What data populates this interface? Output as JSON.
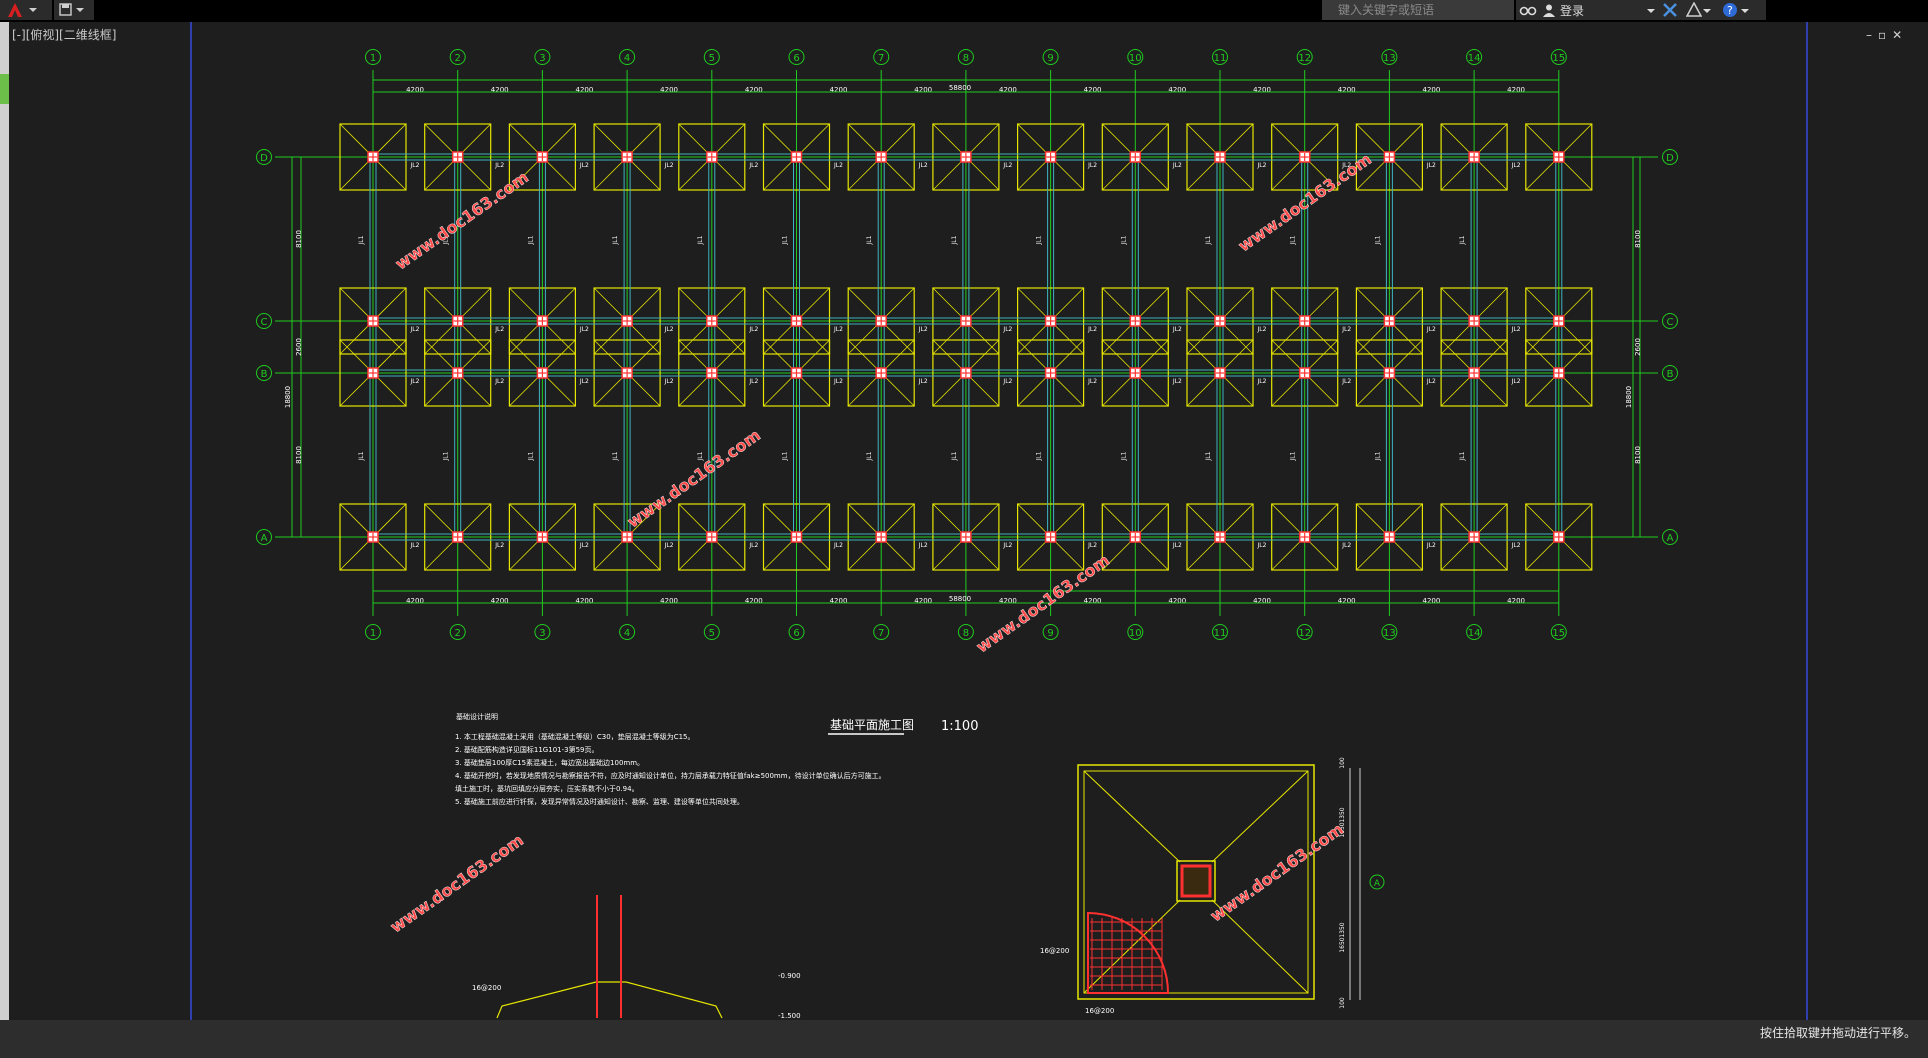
{
  "app": {
    "search_placeholder": "键入关键字或短语",
    "login_label": "登录",
    "view_label": "[-][俯视][二维线框]",
    "status_text": "按住拾取键并拖动进行平移。"
  },
  "drawing": {
    "axes_numbers": [
      "1",
      "2",
      "3",
      "4",
      "5",
      "6",
      "7",
      "8",
      "9",
      "10",
      "11",
      "12",
      "13",
      "14",
      "15"
    ],
    "axes_letters": [
      "D",
      "C",
      "B",
      "A"
    ],
    "span_label": "4200",
    "total_length": "58800",
    "dim_left": [
      "8100",
      "2600",
      "8100"
    ],
    "total_depth": "18800",
    "beam_label": "JL2",
    "col_beam_label": "JL1",
    "title": "基础平面施工图",
    "scale": "1:100",
    "notes_title": "基础设计说明",
    "notes": [
      "1. 本工程基础混凝土采用（基础混凝土等级）C30，垫层混凝土等级为C15。",
      "2. 基础配筋构造详见国标11G101-3第59页。",
      "3. 基础垫层100厚C15素混凝土，每边宽出基础边100mm。",
      "4. 基础开挖时，若发现地质情况与勘察报告不符，应及时通知设计单位，持力层承载力特征值fak≥500mm，待设计单位确认后方可施工。",
      "   填土施工时，基坑回填应分层夯实，压实系数不小于0.94。",
      "5. 基础施工前应进行钎探，发现异常情况及时通知设计、勘察、监理、建设等单位共同处理。"
    ],
    "detail_rebar_1": "16@200",
    "detail_rebar_2": "16@200",
    "detail_dims": [
      "100",
      "1350",
      "1650",
      "1350",
      "1650",
      "100"
    ],
    "section_elev_1": "-0.900",
    "section_elev_2": "-1.500",
    "section_label_1": "16@200",
    "watermark": "www.doc163.com",
    "colors": {
      "axis": "#1fcc1f",
      "footing": "#e6e600",
      "beam": "#3fb3c0",
      "column": "#ff3030",
      "text": "#ffffff",
      "background": "#1e1e1e"
    }
  }
}
